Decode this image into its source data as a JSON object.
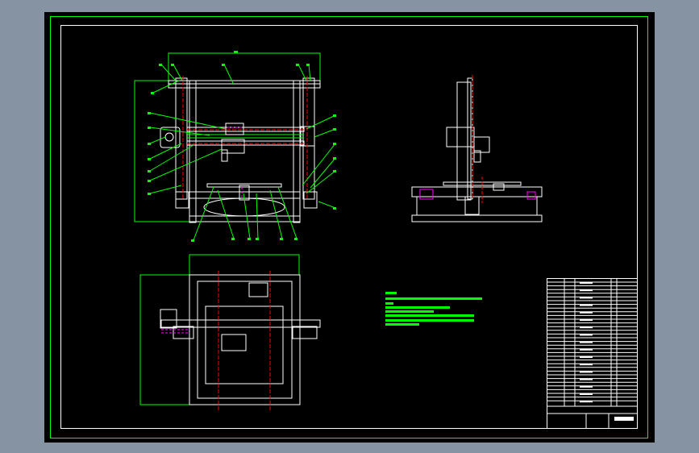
{
  "window": {
    "background_color": "#8593a3",
    "drawing_background_color": "#000000"
  },
  "colors": {
    "border": "#00ff00",
    "geometry": "#ffffff",
    "centerline": "#ff0000",
    "hidden": "#ff00ff",
    "dimension": "#00ff00"
  },
  "views": [
    "front-view",
    "side-view",
    "top-view",
    "technical-notes",
    "title-block"
  ]
}
